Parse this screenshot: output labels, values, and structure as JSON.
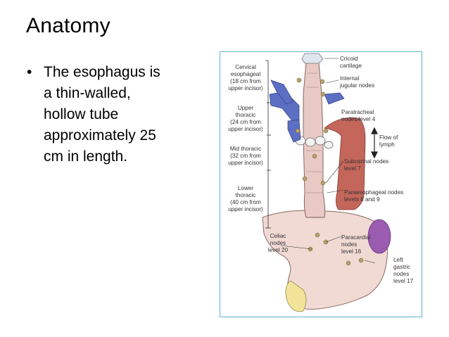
{
  "slide": {
    "title": "Anatomy",
    "bullets": [
      {
        "lines": [
          "The esophagus is",
          "a thin-walled,",
          "hollow tube",
          "approximately 25",
          "cm in length."
        ]
      }
    ]
  },
  "figure": {
    "left_labels": {
      "cervical": [
        "Cervical",
        "esophageal",
        "(18 cm from",
        "upper incisor)"
      ],
      "upper": [
        "Upper",
        "thoracic",
        "(24 cm from",
        "upper incisor)"
      ],
      "mid": [
        "Mid thoracic",
        "(32 cm from",
        "upper incisor)"
      ],
      "lower": [
        "Lower",
        "thoracic",
        "(40 cm from",
        "upper incisor)"
      ],
      "celiac": [
        "Celiac",
        "nodes",
        "level 20"
      ]
    },
    "right_labels": {
      "cricoid": [
        "Cricoid",
        "cartilage"
      ],
      "jugular": [
        "Internal",
        "jugular nodes"
      ],
      "paratracheal": [
        "Paratracheal",
        "nodes level 4"
      ],
      "flow": [
        "Flow of",
        "lymph"
      ],
      "subcarinal": [
        "Subcarinal nodes",
        "level 7"
      ],
      "paraesophageal": [
        "Paraesophageal nodes",
        "levels 8 and 9"
      ],
      "paracardial": [
        "Paracardial",
        "nodes",
        "level 16"
      ],
      "left_gastric": [
        "Left",
        "gastric",
        "nodes",
        "level 17"
      ]
    }
  }
}
